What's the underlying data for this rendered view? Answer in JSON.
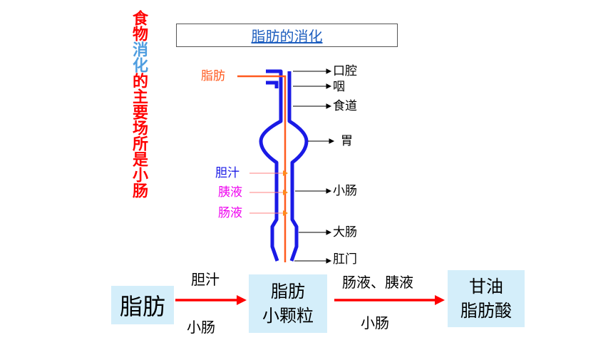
{
  "title": "脂肪的消化",
  "side_title": {
    "part1": "食物",
    "part2": "消化",
    "part3": "的主要场所是小肠",
    "colors": {
      "part1": "#ff0000",
      "part2": "#4f9ee0",
      "part3": "#ff0000"
    }
  },
  "tract": {
    "input_label": "脂肪",
    "organs": [
      "口腔",
      "咽",
      "食道",
      "胃",
      "小肠",
      "大肠",
      "肛门"
    ],
    "juices": [
      {
        "label": "胆汁",
        "color": "#1a1ae6"
      },
      {
        "label": "胰液",
        "color": "#ee00ee"
      },
      {
        "label": "肠液",
        "color": "#ee00ee"
      }
    ],
    "colors": {
      "tube": "#1a1ae6",
      "path": "#ff5a1f"
    }
  },
  "flow": {
    "start": "脂肪",
    "step1": {
      "above": "胆汁",
      "below": "小肠"
    },
    "middle": {
      "line1": "脂肪",
      "line2": "小颗粒"
    },
    "step2": {
      "above": "肠液、胰液",
      "below": "小肠"
    },
    "end": {
      "line1": "甘油",
      "line2": "脂肪酸"
    },
    "arrow_color": "#ff0000",
    "box_color": "#d4eefa"
  }
}
